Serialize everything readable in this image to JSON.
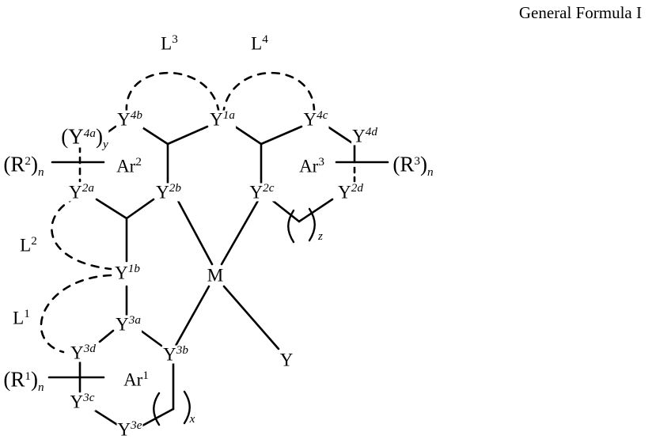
{
  "title": "General Formula I",
  "diagram": {
    "type": "chemical-structure",
    "central_atom": "M",
    "ligand_labels": [
      "L1",
      "L2",
      "L3",
      "L4"
    ],
    "atom_labels": [
      "Y1a",
      "Y1b",
      "Y2a",
      "Y2b",
      "Y2c",
      "Y2d",
      "Y3a",
      "Y3b",
      "Y3c",
      "Y3d",
      "Y3e",
      "Y4a",
      "Y4b",
      "Y4c",
      "Y4d",
      "Y",
      "M"
    ],
    "aryl_groups": [
      "Ar1",
      "Ar2",
      "Ar3"
    ],
    "substituents": [
      "(R1)n",
      "(R2)n",
      "(R3)n"
    ],
    "repeat_units": [
      "(Y4a)y",
      "(...)x",
      "(...)z"
    ]
  },
  "labels": {
    "L3": {
      "base": "L",
      "sup": "3"
    },
    "L4": {
      "base": "L",
      "sup": "4"
    },
    "L2": {
      "base": "L",
      "sup": "2"
    },
    "L1": {
      "base": "L",
      "sup": "1"
    },
    "Y4b": {
      "base": "Y",
      "sup": "4b"
    },
    "Y1a": {
      "base": "Y",
      "sup": "1a"
    },
    "Y4c": {
      "base": "Y",
      "sup": "4c"
    },
    "Y4d": {
      "base": "Y",
      "sup": "4d"
    },
    "Y4a_rep": {
      "base": "(Y",
      "sup": "4a",
      "close": ")",
      "sub": "y"
    },
    "R2n": {
      "base": "(R",
      "sup": "2",
      "close": ")",
      "sub": "n"
    },
    "R3n": {
      "base": "(R",
      "sup": "3",
      "close": ")",
      "sub": "n"
    },
    "R1n": {
      "base": "(R",
      "sup": "1",
      "close": ")",
      "sub": "n"
    },
    "Ar2": {
      "base": "Ar",
      "sup": "2"
    },
    "Ar3": {
      "base": "Ar",
      "sup": "3"
    },
    "Ar1": {
      "base": "Ar",
      "sup": "1"
    },
    "Y2a": {
      "base": "Y",
      "sup": "2a"
    },
    "Y2b": {
      "base": "Y",
      "sup": "2b"
    },
    "Y2c": {
      "base": "Y",
      "sup": "2c"
    },
    "Y2d": {
      "base": "Y",
      "sup": "2d"
    },
    "Y1b": {
      "base": "Y",
      "sup": "1b"
    },
    "Y3a": {
      "base": "Y",
      "sup": "3a"
    },
    "Y3b": {
      "base": "Y",
      "sup": "3b"
    },
    "Y3c": {
      "base": "Y",
      "sup": "3c"
    },
    "Y3d": {
      "base": "Y",
      "sup": "3d"
    },
    "Y3e": {
      "base": "Y",
      "sup": "3e"
    },
    "M": {
      "base": "M"
    },
    "Y": {
      "base": "Y"
    },
    "sub_z": {
      "sub": "z"
    },
    "sub_x": {
      "sub": "x"
    }
  },
  "colors": {
    "ink": "#000000",
    "background": "#ffffff"
  }
}
